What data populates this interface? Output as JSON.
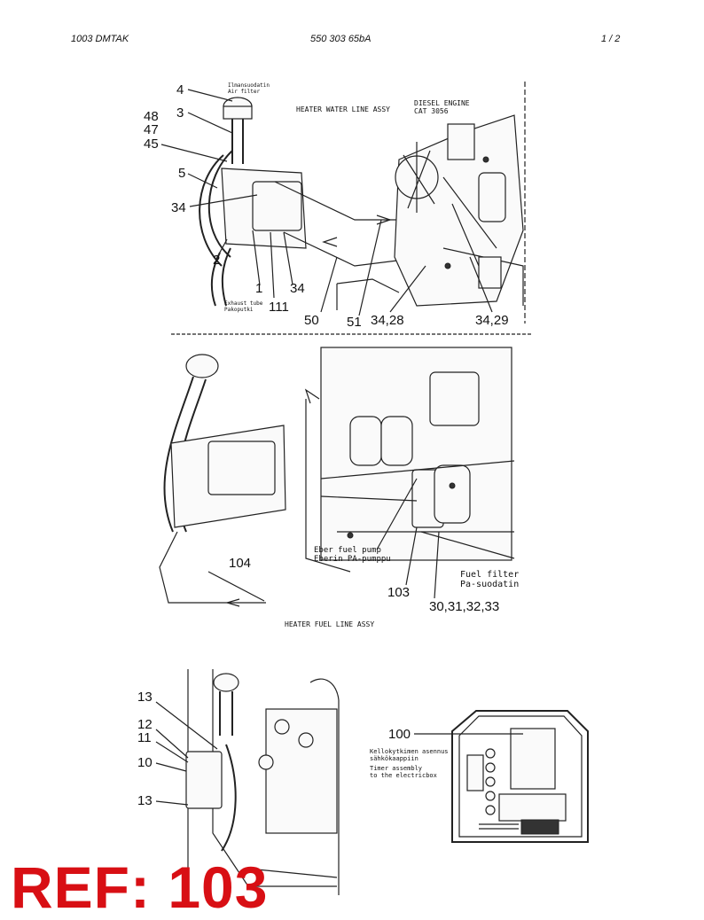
{
  "header": {
    "left": "1003 DMTAK",
    "center": "550 303 65bA",
    "right": "1 /  2"
  },
  "top_diagram": {
    "title": "HEATER WATER LINE ASSY",
    "engine_label": [
      "DIESEL ENGINE",
      "CAT 3056"
    ],
    "filter_label": [
      "Ilmansuodatin",
      "Air filter"
    ],
    "exhaust_label": [
      "Exhaust tube",
      "Pakoputki"
    ],
    "callouts": [
      "4",
      "3",
      "48",
      "47",
      "45",
      "5",
      "34",
      "2",
      "1",
      "34",
      "111",
      "50",
      "51",
      "34,28",
      "34,29"
    ]
  },
  "middle_diagram": {
    "title": "HEATER FUEL LINE ASSY",
    "pump_label": [
      "Eber fuel pump",
      "Eberin PA-pumppu"
    ],
    "filter_label": [
      "Fuel filter",
      "Pa-suodatin"
    ],
    "callouts": [
      "104",
      "103",
      "30,31,32,33"
    ]
  },
  "bottom_diagram": {
    "callouts": [
      "13",
      "12",
      "11",
      "10",
      "13",
      "100"
    ],
    "timer_label": [
      "Kellokytkimen asennus",
      "sähkökaappiin",
      "Timer assembly",
      "to the electricbox"
    ]
  },
  "ref_stamp": "REF: 103"
}
